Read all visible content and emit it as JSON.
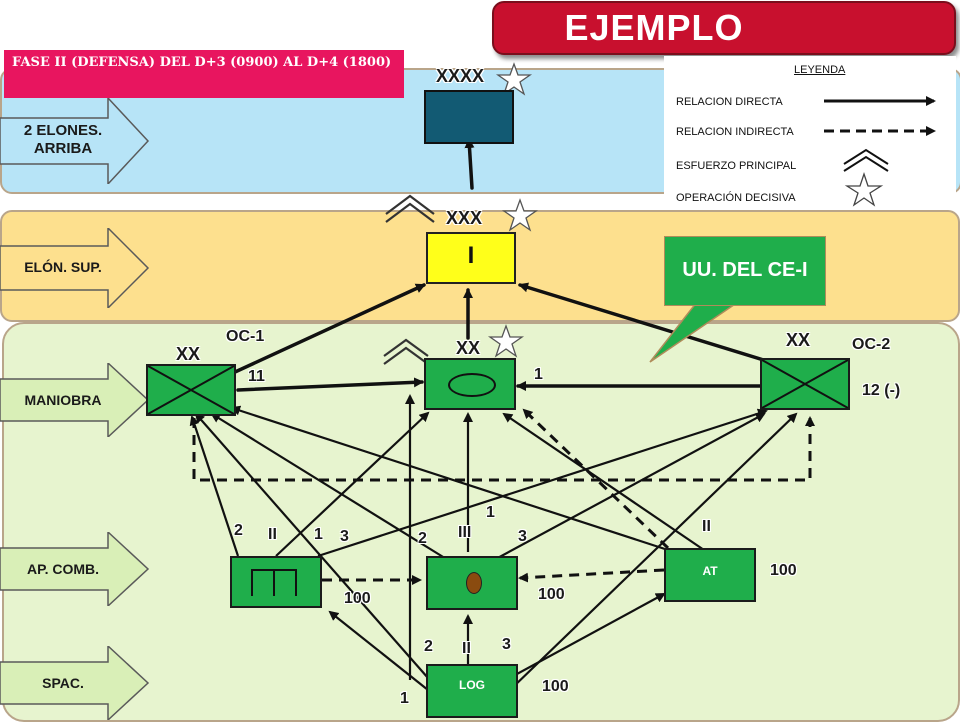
{
  "title": "EJEMPLO",
  "phase": "FASE II (DEFENSA) DEL D+3 (0900) AL D+4 (1800)",
  "levels": {
    "two_up": "2 ELONES. ARRIBA",
    "sup": "ELÓN. SUP.",
    "maneuver": "MANIOBRA",
    "ap_comb": "AP. COMB.",
    "spac": "SPAC."
  },
  "legend": {
    "title": "LEYENDA",
    "items": [
      "RELACION DIRECTA",
      "RELACION INDIRECTA",
      "ESFUERZO PRINCIPAL",
      "OPERACIÓN DECISIVA"
    ]
  },
  "callout": "UU. DEL CE-I",
  "units": {
    "top_echelon": "XXXX",
    "corps_echelon": "XXX",
    "corps_id": "I",
    "left_echelon": "XX",
    "left_tag": "OC-1",
    "left_num": "11",
    "center_echelon": "XX",
    "center_num": "1",
    "right_echelon": "XX",
    "right_tag": "OC-2",
    "right_num": "12 (-)",
    "art_echelon": "II",
    "art_num": "100",
    "mid_echelon": "III",
    "mid_num": "100",
    "at_echelon": "II",
    "at_label": "AT",
    "at_num": "100",
    "log_echelon": "II",
    "log_label": "LOG",
    "log_num": "100"
  },
  "numbers": {
    "n_art_2": "2",
    "n_art_1": "1",
    "n_art_3": "3",
    "n_mid_1": "1",
    "n_mid_2": "2",
    "n_mid_3": "3",
    "n_log_2": "2",
    "n_log_3": "3",
    "n_log_1": "1"
  },
  "colors": {
    "title_red": "#c8102e",
    "phase_pink": "#e8155f",
    "band_blue": "#b7e4f7",
    "band_orange": "#fde08e",
    "band_green": "#e7f4cf",
    "unit_green": "#1fae4b",
    "corps_yellow": "#ffff1a",
    "top_teal": "#125a73"
  }
}
